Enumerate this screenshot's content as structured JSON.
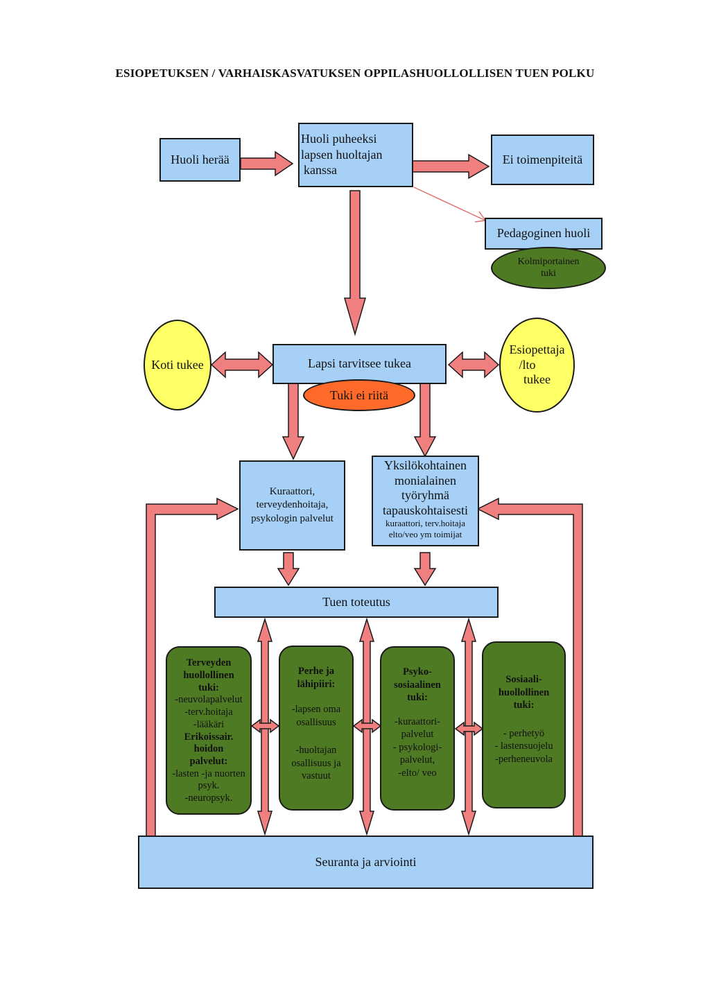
{
  "title": "ESIOPETUKSEN / VARHAISKASVATUKSEN OPPILASHUOLLOLLISEN TUEN POLKU",
  "colors": {
    "box_fill": "#a6d0f5",
    "arrow_fill": "#f08080",
    "yellow": "#ffff66",
    "green": "#4f7a24",
    "orange": "#ff6a2a"
  },
  "nodes": {
    "huoli_heraa": "Huoli herää",
    "huoli_puheeksi": [
      "Huoli puheeksi",
      "lapsen huoltajan",
      "kanssa"
    ],
    "ei_toimenpiteita": "Ei toimenpiteitä",
    "pedagoginen_huoli": "Pedagoginen huoli",
    "kolmiportainen_tuki": [
      "Kolmiportainen",
      "tuki"
    ],
    "koti_tukee": "Koti tukee",
    "lapsi_tarvitsee": "Lapsi tarvitsee tukea",
    "esiopettaja": [
      "Esiopettaja",
      "/lto",
      "tukee"
    ],
    "tuki_ei_riita": "Tuki ei riitä",
    "kuraattori": [
      "Kuraattori,",
      "terveydenhoitaja,",
      "psykologin palvelut"
    ],
    "yksilo": [
      "Yksilökohtainen",
      "monialainen",
      "työryhmä",
      "tapauskohtaisesti"
    ],
    "yksilo_small": [
      "kuraattori, terv.hoitaja",
      "elto/veo ym toimijat"
    ],
    "tuen_toteutus": "Tuen toteutus",
    "seuranta": "Seuranta ja arviointi"
  },
  "cards": {
    "terveys": {
      "head1": [
        "Terveyden",
        "huollollinen",
        "tuki:"
      ],
      "items1": [
        "-neuvolapalvelut",
        "-terv.hoitaja",
        "-lääkäri"
      ],
      "head2": [
        "Erikoissair.",
        "hoidon",
        "palvelut:"
      ],
      "items2": [
        "-lasten -ja nuorten",
        "psyk.",
        "-neuropsyk."
      ]
    },
    "perhe": {
      "head": [
        "Perhe ja",
        "lähipiiri:"
      ],
      "items1": [
        "-lapsen oma",
        "osallisuus"
      ],
      "items2": [
        "-huoltajan",
        "osallisuus ja",
        "vastuut"
      ]
    },
    "psyko": {
      "head": [
        "Psyko-",
        "sosiaalinen",
        "tuki:"
      ],
      "items": [
        "-kuraattori-",
        "palvelut",
        "- psykologi-",
        "palvelut,",
        "-elto/ veo"
      ]
    },
    "sosiaali": {
      "head": [
        "Sosiaali-",
        "huollollinen",
        "tuki:"
      ],
      "items": [
        "- perhetyö",
        "- lastensuojelu",
        "-perheneuvola"
      ]
    }
  }
}
